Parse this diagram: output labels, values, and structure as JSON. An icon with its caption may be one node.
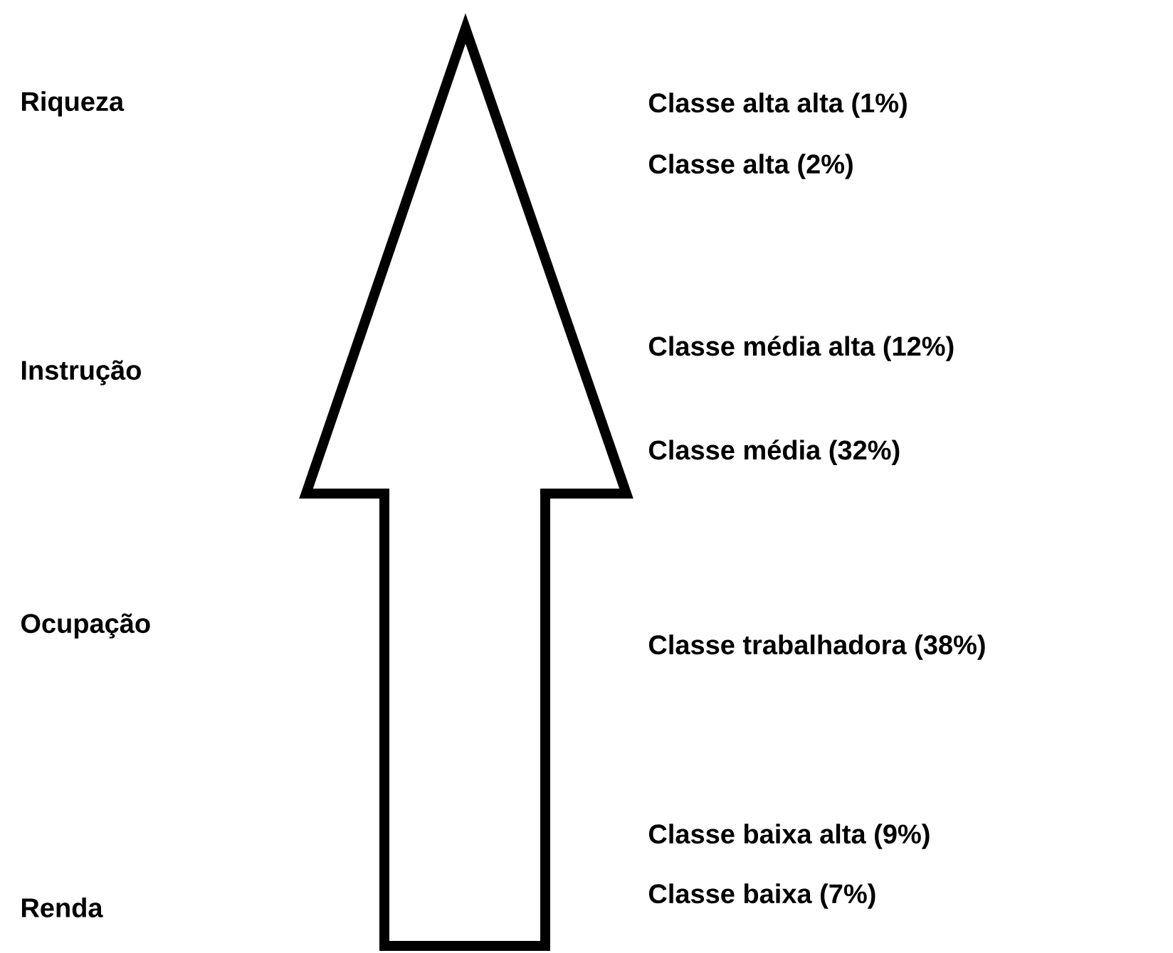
{
  "diagram": {
    "labels": [
      "Riqueza",
      "Classe alta alta (1%)",
      "Classe alta (2%)",
      "Instrução",
      "Classe média alta (12%)",
      "Classe média (32%)",
      "Ocupação",
      "Classe trabalhadora (38%)",
      "Classe baixa alta (9%)",
      "Renda",
      "Classe baixa (7%)"
    ]
  }
}
